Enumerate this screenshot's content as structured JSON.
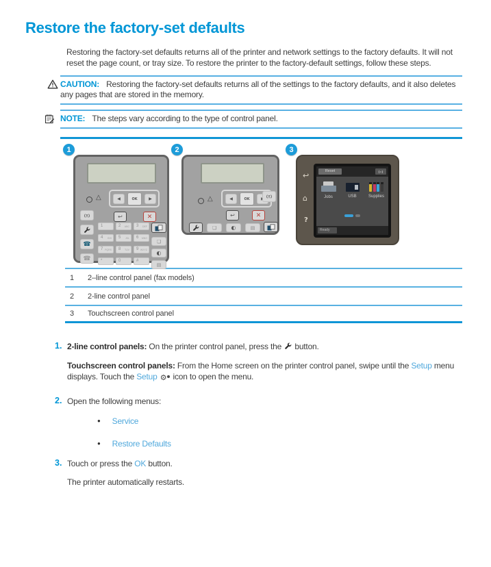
{
  "colors": {
    "accent": "#0096d6",
    "link": "#4fa8dc",
    "rule_thin": "#57b0e3",
    "rule_thick": "#0f96d5",
    "body_text": "#3d3d3d"
  },
  "page": {
    "title": "Restore the factory-set defaults",
    "intro": "Restoring the factory-set defaults returns all of the printer and network settings to the factory defaults. It will not reset the page count, or tray size. To restore the printer to the factory-default settings, follow these steps.",
    "caution": {
      "label": "CAUTION:",
      "text": "Restoring the factory-set defaults returns all of the settings to the factory defaults, and it also deletes any pages that are stored in the memory."
    },
    "note": {
      "label": "NOTE:",
      "text": "The steps vary according to the type of control panel."
    }
  },
  "figure": {
    "badges": [
      "1",
      "2",
      "3"
    ],
    "ok_label": "OK",
    "keypad": [
      {
        "n": "1",
        "l": ""
      },
      {
        "n": "2",
        "l": "ABC"
      },
      {
        "n": "3",
        "l": "DEF"
      },
      {
        "n": "4",
        "l": "GHI"
      },
      {
        "n": "5",
        "l": "JKL"
      },
      {
        "n": "6",
        "l": "MNO"
      },
      {
        "n": "7",
        "l": "PQRS"
      },
      {
        "n": "8",
        "l": "TUV"
      },
      {
        "n": "9",
        "l": "WXYZ"
      },
      {
        "n": "*",
        "l": ""
      },
      {
        "n": "0",
        "l": ""
      },
      {
        "n": "#",
        "l": ""
      }
    ],
    "touchscreen": {
      "tab": "Reset",
      "apps": [
        "Jobs",
        "USB",
        "Supplies"
      ],
      "status": "Ready",
      "supply_colors": [
        "#d9b62a",
        "#c43a64",
        "#3aa7dc",
        "#3b3b3b"
      ]
    }
  },
  "legend": {
    "rows": [
      {
        "num": "1",
        "desc": "2–line control panel (fax models)"
      },
      {
        "num": "2",
        "desc": "2-line control panel"
      },
      {
        "num": "3",
        "desc": "Touchscreen control panel"
      }
    ]
  },
  "steps": {
    "nums": [
      "1.",
      "2.",
      "3."
    ],
    "step1_main": [
      {
        "t": "2-line control panels:",
        "s": "bold"
      },
      {
        "t": " On the printer control panel, press the ",
        "s": ""
      },
      {
        "icon": "wrench"
      },
      {
        "t": " button.",
        "s": ""
      }
    ],
    "step1_touch": [
      {
        "t": "Touchscreen control panels:",
        "s": "bold"
      },
      {
        "t": " From the Home screen on the printer control panel, swipe until the ",
        "s": ""
      },
      {
        "t": "Setup",
        "s": "link"
      },
      {
        "t": " menu displays. Touch the ",
        "s": ""
      },
      {
        "t": "Setup",
        "s": "link"
      },
      {
        "t": " ",
        "s": ""
      },
      {
        "icon": "gear"
      },
      {
        "t": " icon to open the menu.",
        "s": ""
      }
    ],
    "step2": [
      {
        "t": "Open the following menus:",
        "s": ""
      }
    ],
    "bullets": [
      "Service",
      "Restore Defaults"
    ],
    "step3": [
      {
        "t": "Touch or press the ",
        "s": ""
      },
      {
        "t": "OK",
        "s": "link"
      },
      {
        "t": " button.",
        "s": ""
      }
    ],
    "step3_after": [
      {
        "t": "The printer automatically restarts.",
        "s": ""
      }
    ]
  }
}
